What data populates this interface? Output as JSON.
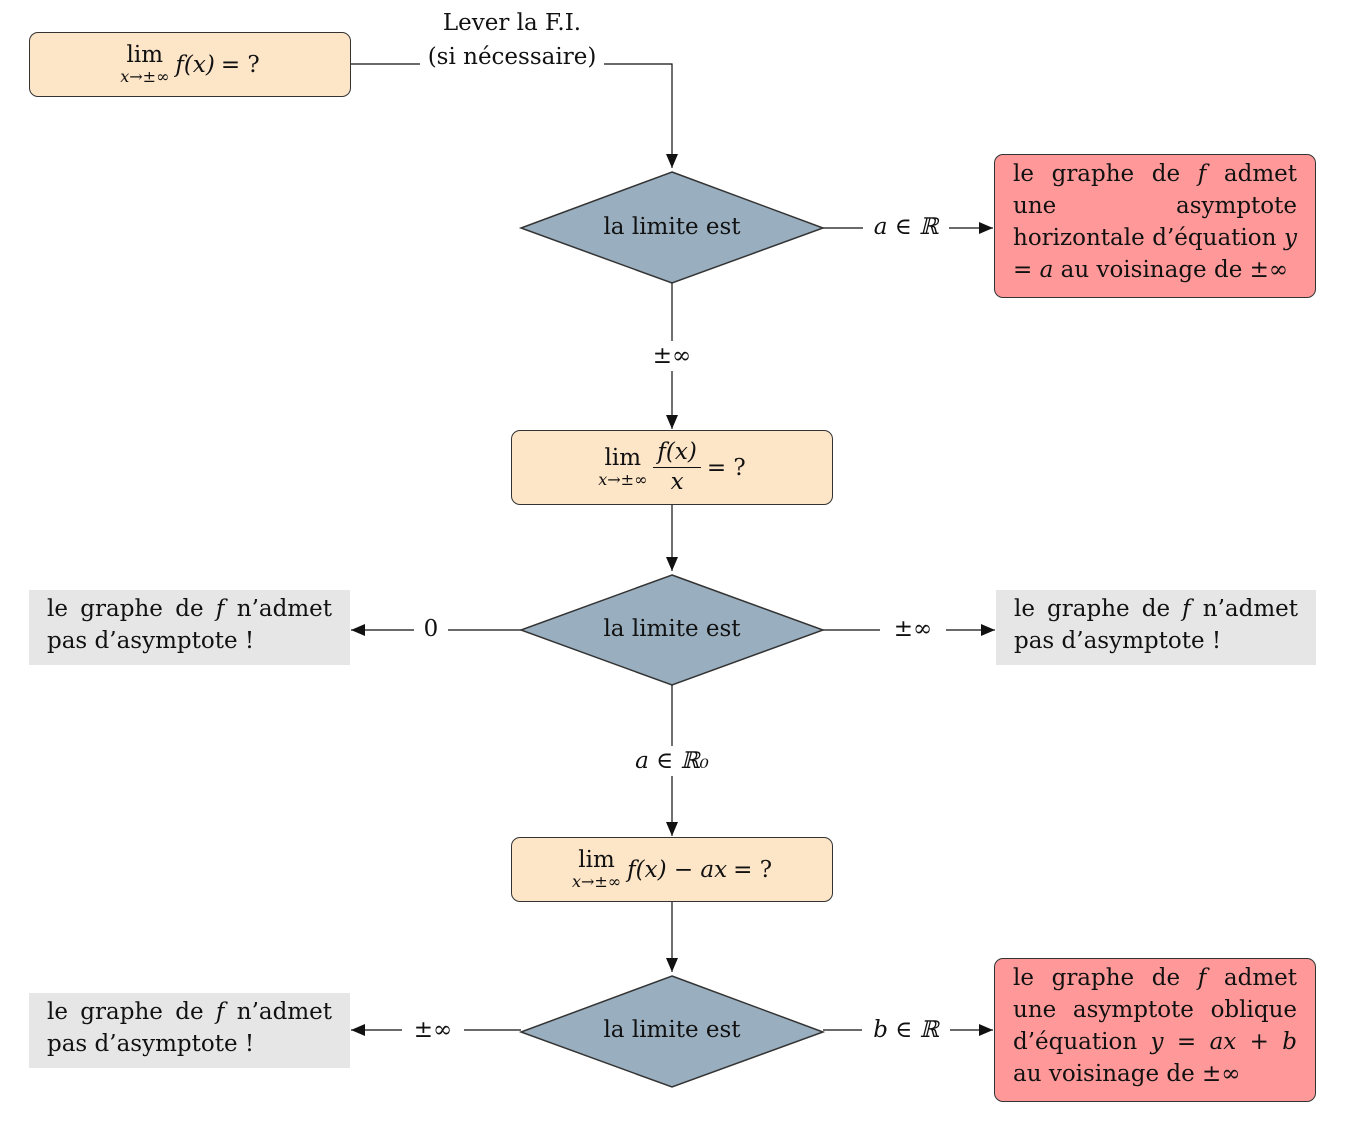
{
  "start": {
    "lim_word": "lim",
    "lim_sub": "x→±∞",
    "expr": "f(x)",
    "eq": "= ?"
  },
  "fi_label": {
    "line1": "Lever la F.I.",
    "line2": "(si nécessaire)"
  },
  "decision1": {
    "text": "la limite est",
    "right_label": "a ∈ ℝ",
    "down_label": "±∞"
  },
  "result_horizontal": {
    "l1": "le graphe de ",
    "f": "f",
    "l2": " admet une asymptote horizontale d’équation ",
    "eq": "y = a",
    "l3": " au voisinage de ±∞"
  },
  "step2": {
    "lim_word": "lim",
    "lim_sub": "x→±∞",
    "num": "f(x)",
    "den": "x",
    "eq": "= ?"
  },
  "decision2": {
    "text": "la limite est",
    "left_label": "0",
    "right_label": "±∞",
    "down_label": "a ∈ ℝ₀"
  },
  "no_asymptote_left1": {
    "l1": "le graphe de ",
    "f": "f",
    "l2": " n’admet pas d’asymptote !"
  },
  "no_asymptote_right": {
    "l1": "le graphe de ",
    "f": "f",
    "l2": " n’admet pas d’asymptote !"
  },
  "step3": {
    "lim_word": "lim",
    "lim_sub": "x→±∞",
    "expr": "f(x) − ax",
    "eq": "= ?"
  },
  "decision3": {
    "text": "la limite est",
    "left_label": "±∞",
    "right_label": "b ∈ ℝ"
  },
  "no_asymptote_left2": {
    "l1": "le graphe de ",
    "f": "f",
    "l2": " n’admet pas d’asymptote !"
  },
  "result_oblique": {
    "l1": "le graphe de ",
    "f": "f",
    "l2": " admet une asymptote oblique d’équation ",
    "eq": "y = ax + b",
    "l3": " au voisinage de ±∞"
  },
  "colors": {
    "step_fill": "#fde5c8",
    "decision_fill": "#99aebe",
    "result_fill": "#ff9999",
    "note_fill": "#e6e6e6"
  }
}
